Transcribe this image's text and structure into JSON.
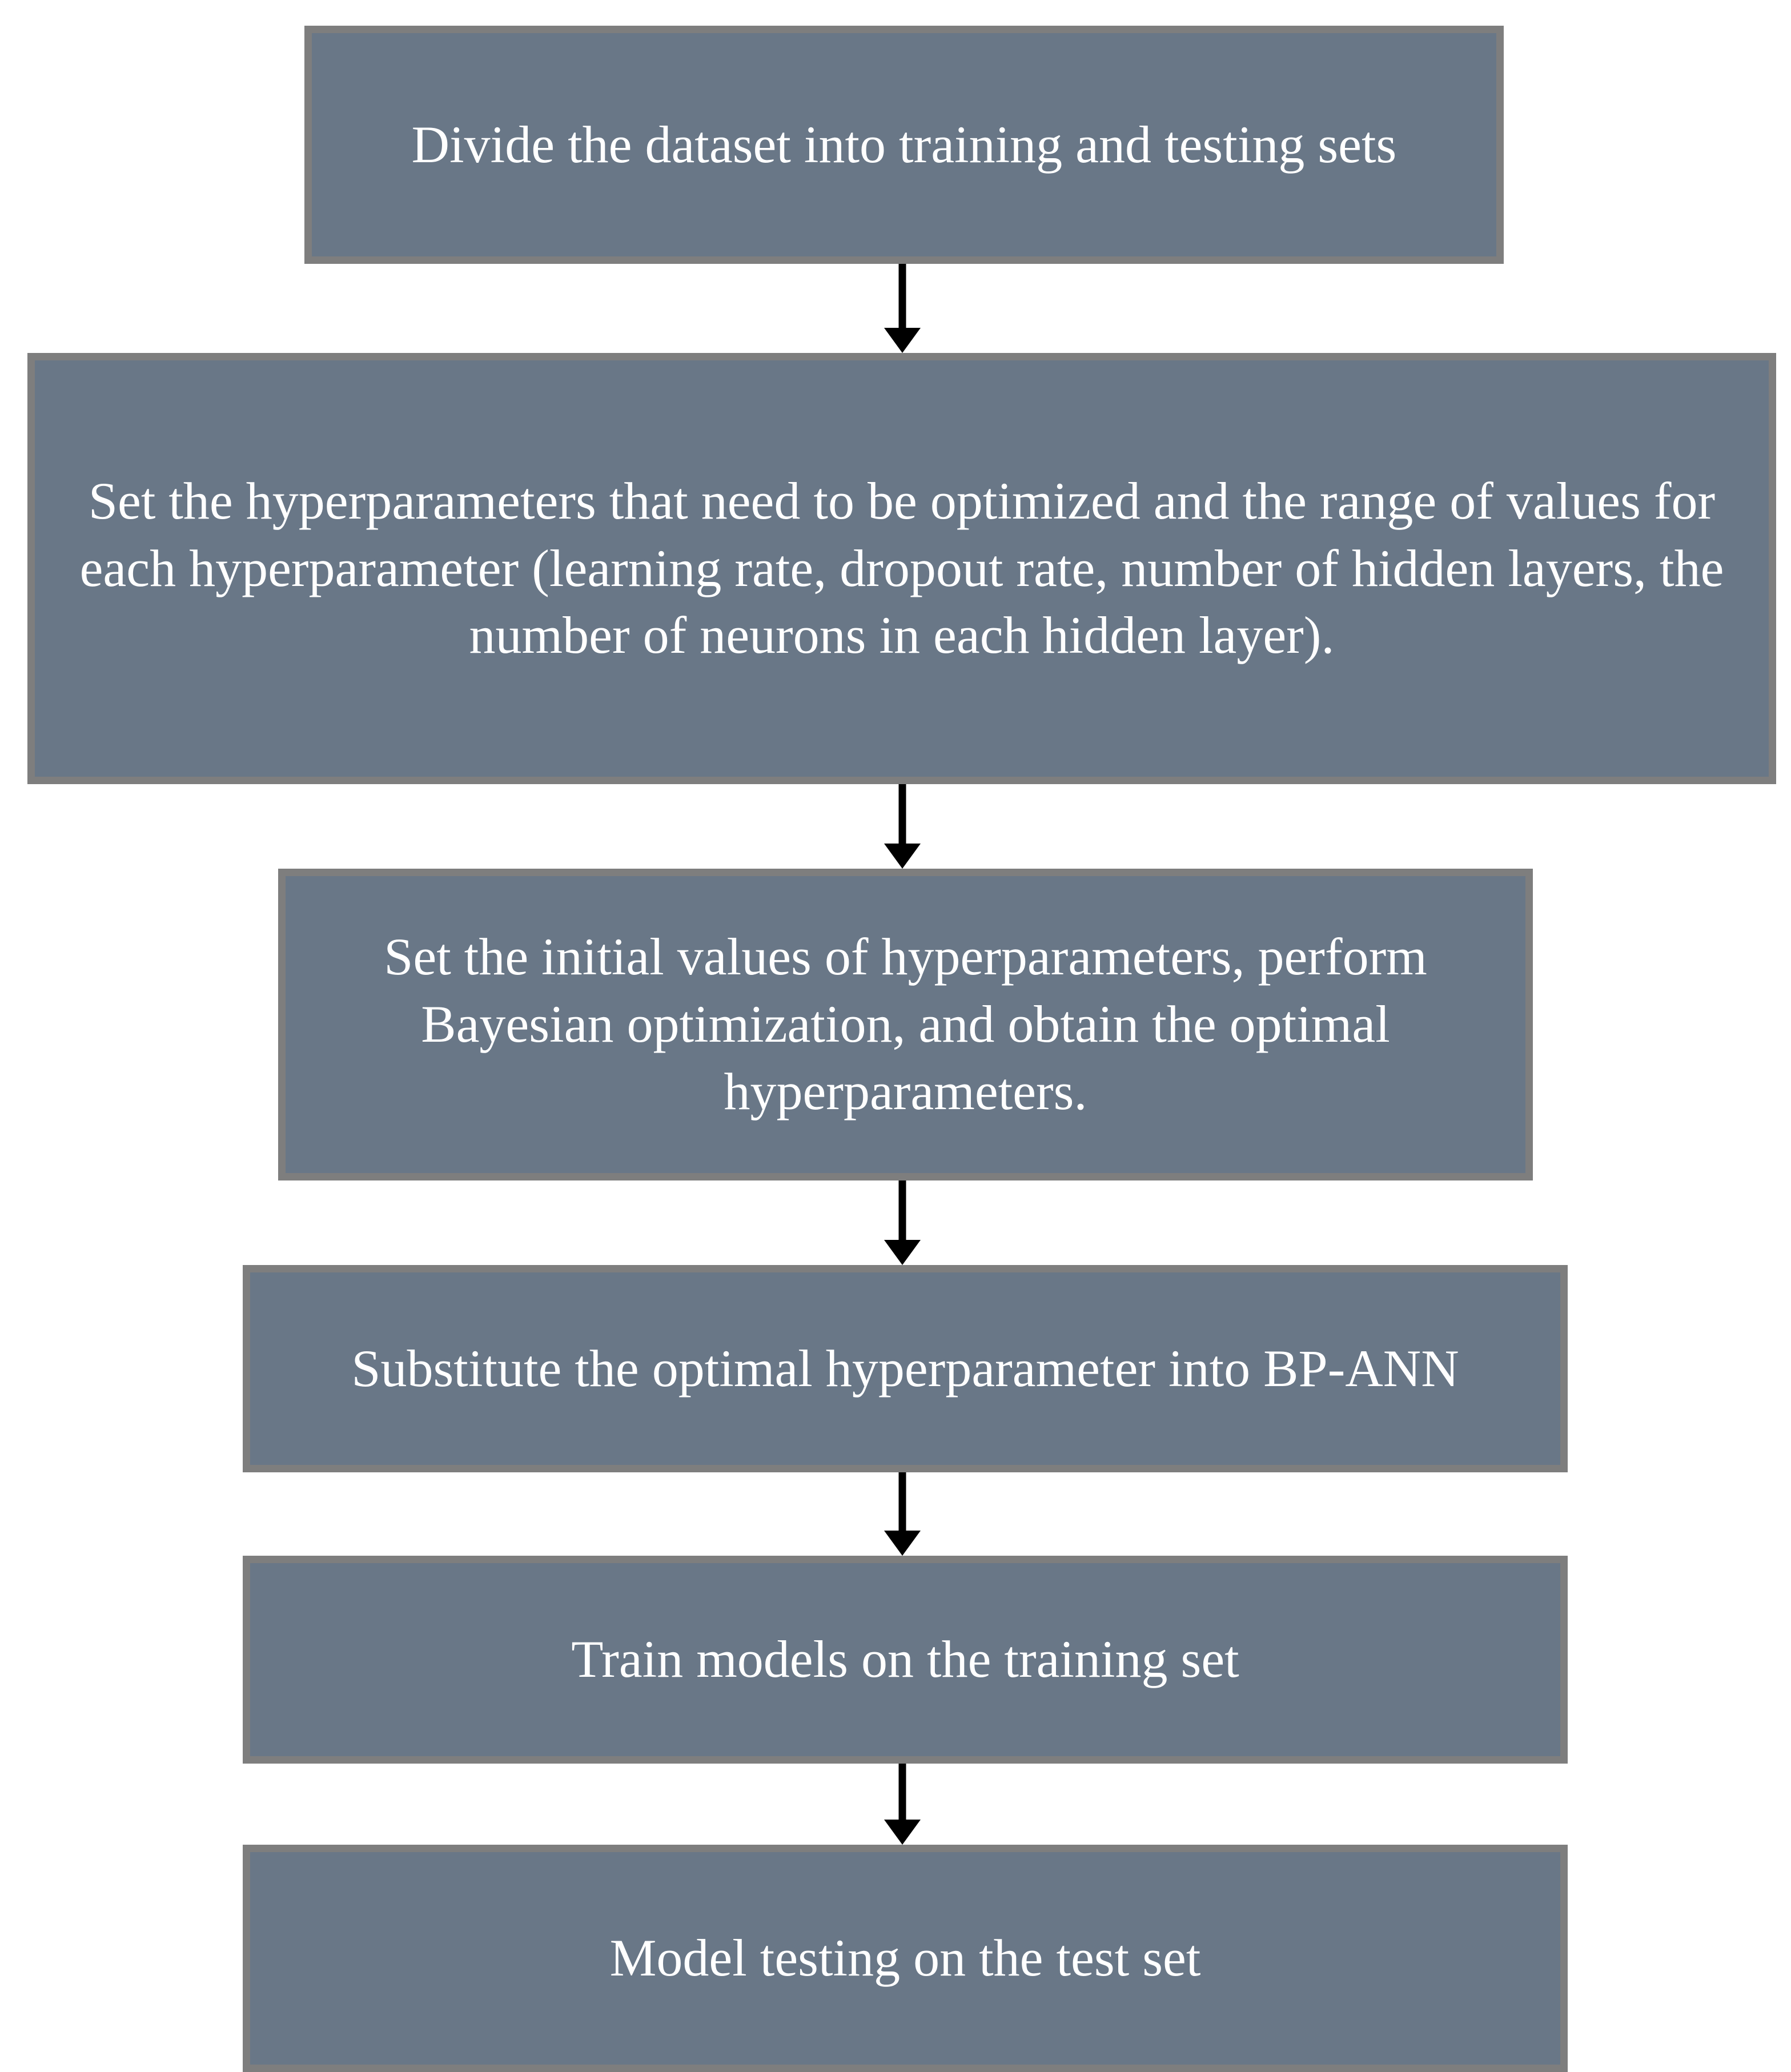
{
  "diagram": {
    "type": "flowchart",
    "orientation": "top-to-bottom",
    "colors": {
      "box_fill": "#697787",
      "box_border": "#7e7e7e",
      "text": "#ffffff",
      "arrow": "#000000",
      "background": "#ffffff"
    },
    "nodes": [
      {
        "id": "box-1",
        "label": "Divide the dataset into training and testing sets"
      },
      {
        "id": "box-2",
        "label": "Set the hyperparameters that need to be optimized and the range of values for each hyperparameter (learning rate, dropout rate, number of hidden layers, the number of neurons in each hidden layer)."
      },
      {
        "id": "box-3",
        "label": "Set the initial values of hyperparameters, perform Bayesian optimization, and obtain the optimal hyperparameters."
      },
      {
        "id": "box-4",
        "label": "Substitute the optimal hyperparameter into BP-ANN"
      },
      {
        "id": "box-5",
        "label": "Train models on  the training set"
      },
      {
        "id": "box-6",
        "label": "Model testing on  the test set"
      }
    ],
    "edges": [
      {
        "id": "arrow-1",
        "from": "box-1",
        "to": "box-2",
        "marker": "arrowhead-down"
      },
      {
        "id": "arrow-2",
        "from": "box-2",
        "to": "box-3",
        "marker": "arrowhead-down"
      },
      {
        "id": "arrow-3",
        "from": "box-3",
        "to": "box-4",
        "marker": "arrowhead-down"
      },
      {
        "id": "arrow-4",
        "from": "box-4",
        "to": "box-5",
        "marker": "arrowhead-down"
      },
      {
        "id": "arrow-5",
        "from": "box-5",
        "to": "box-6",
        "marker": "arrowhead-down"
      }
    ]
  }
}
